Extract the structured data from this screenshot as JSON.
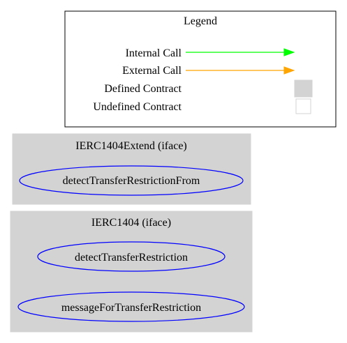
{
  "legend": {
    "title": "Legend",
    "rows": [
      {
        "label": "Internal Call",
        "kind": "arrow",
        "color": "#00ff00"
      },
      {
        "label": "External Call",
        "kind": "arrow",
        "color": "#ffa500"
      },
      {
        "label": "Defined Contract",
        "kind": "swatch",
        "fill": "#d3d3d3",
        "stroke": "#d3d3d3"
      },
      {
        "label": "Undefined Contract",
        "kind": "swatch",
        "fill": "#ffffff",
        "stroke": "#d3d3d3"
      }
    ]
  },
  "clusters": [
    {
      "title": "IERC1404Extend  (iface)",
      "fill": "#d3d3d3",
      "nodes": [
        {
          "label": "detectTransferRestrictionFrom",
          "stroke": "#0000ff"
        }
      ]
    },
    {
      "title": "IERC1404  (iface)",
      "fill": "#d3d3d3",
      "nodes": [
        {
          "label": "detectTransferRestriction",
          "stroke": "#0000ff"
        },
        {
          "label": "messageForTransferRestriction",
          "stroke": "#0000ff"
        }
      ]
    }
  ]
}
